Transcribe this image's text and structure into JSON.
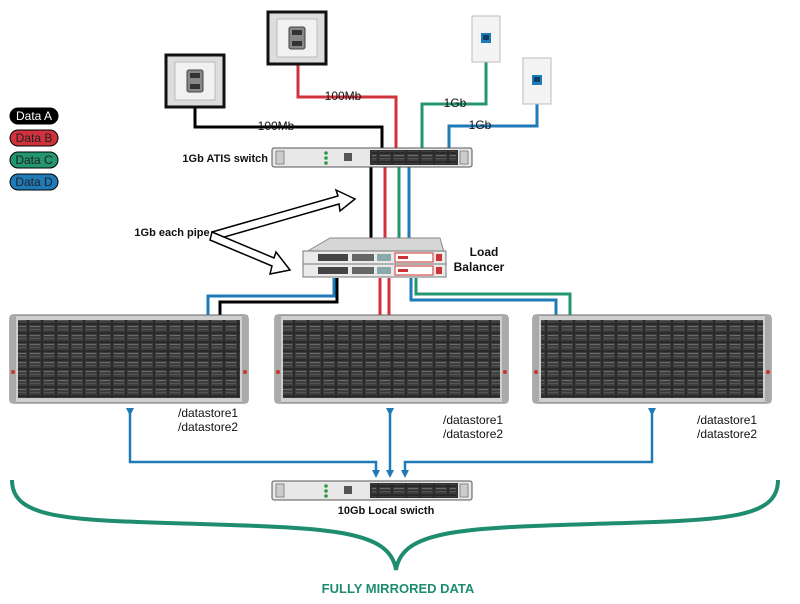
{
  "legend": [
    {
      "label": "Data A",
      "color": "#000000",
      "text_color": "#ffffff"
    },
    {
      "label": "Data B",
      "color": "#d0313d",
      "text_color": "#222222"
    },
    {
      "label": "Data C",
      "color": "#23956f",
      "text_color": "#222222"
    },
    {
      "label": "Data D",
      "color": "#1f7ab8",
      "text_color": "#222222"
    }
  ],
  "links": {
    "speed_a": "100Mb",
    "speed_b": "100Mb",
    "speed_c": "1Gb",
    "speed_d": "1Gb"
  },
  "labels": {
    "atis_switch": "1Gb ATIS switch",
    "pipes": "1Gb each pipe",
    "load_balancer_line1": "Load",
    "load_balancer_line2": "Balancer",
    "local_switch": "10Gb Local swicth",
    "mirrored": "FULLY MIRRORED DATA"
  },
  "servers": [
    {
      "ds1": "/datastore1",
      "ds2": "/datastore2"
    },
    {
      "ds1": "/datastore1",
      "ds2": "/datastore2"
    },
    {
      "ds1": "/datastore1",
      "ds2": "/datastore2"
    }
  ],
  "colors": {
    "data_a": "#000000",
    "data_b": "#d0313d",
    "data_c": "#23956f",
    "data_d": "#1f7ab8",
    "brace": "#1e8c6e"
  }
}
